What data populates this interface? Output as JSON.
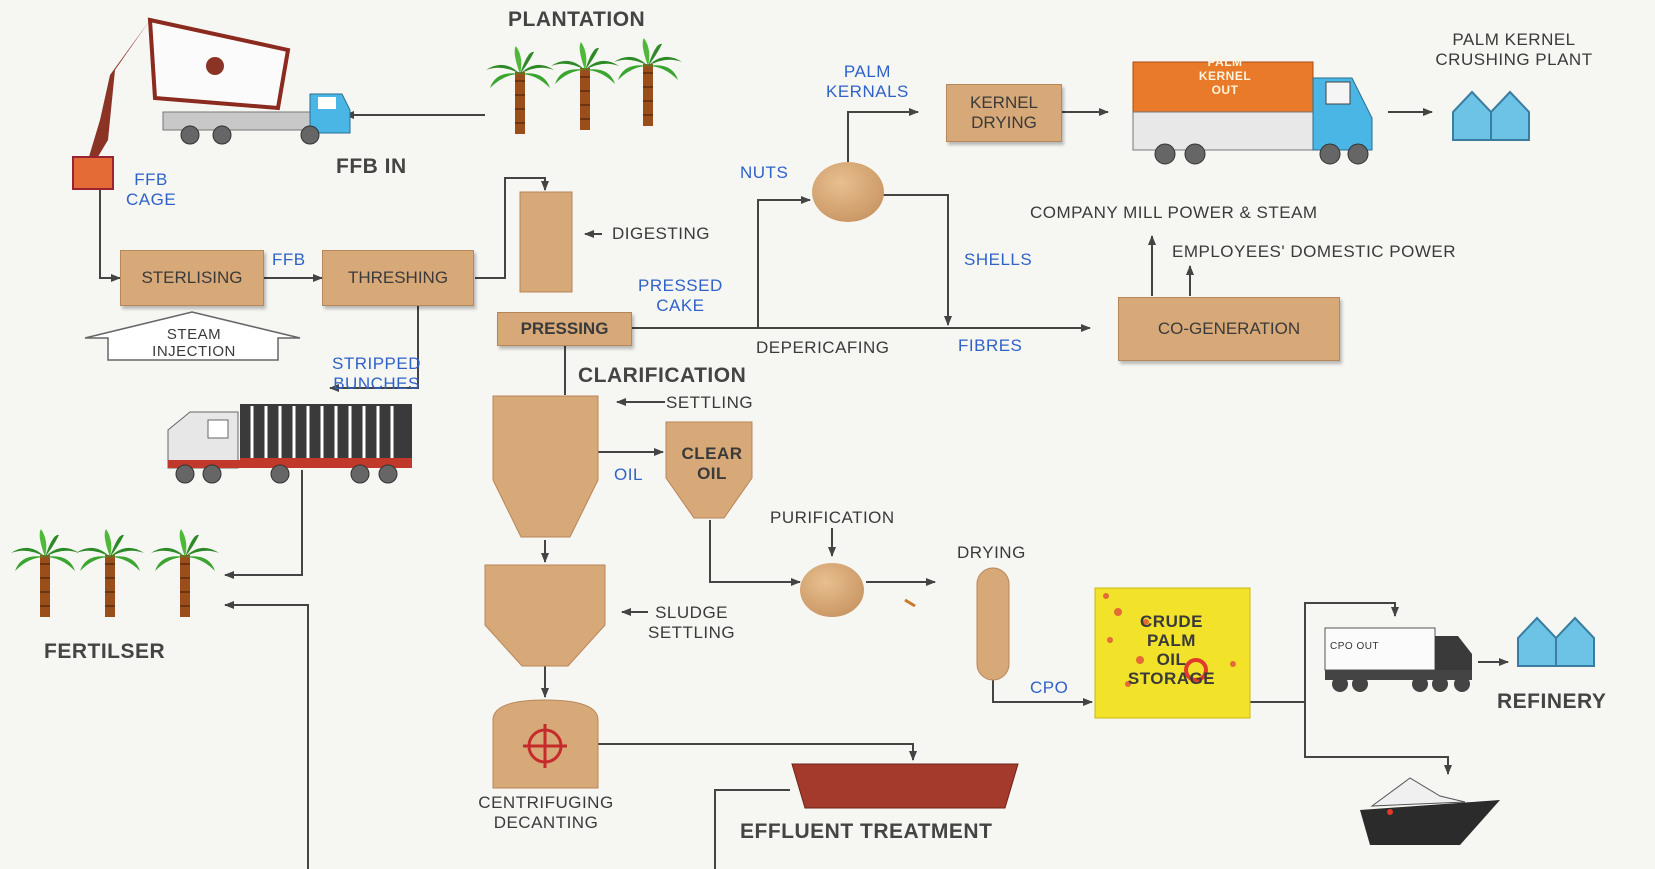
{
  "titles": {
    "plantation": "PLANTATION",
    "ffb_in": "FFB IN",
    "fertilser": "FERTILSER",
    "clarification": "CLARIFICATION",
    "effluent": "EFFLUENT TREATMENT",
    "refinery": "REFINERY",
    "pk_plant": "PALM KERNEL\nCRUSHING PLANT"
  },
  "process": {
    "sterlising": "STERLISING",
    "threshing": "THRESHING",
    "pressing": "PRESSING",
    "kernel_drying": "KERNEL\nDRYING",
    "cogeneration": "CO-GENERATION",
    "clear_oil": "CLEAR\nOIL",
    "crude_storage": "CRUDE\nPALM\nOIL\nSTORAGE",
    "steam_injection": "STEAM\nINJECTION",
    "truck_pk_text": "PALM\nKERNEL\nOUT",
    "truck_cpo_text": "CPO OUT"
  },
  "steps": {
    "digesting": "DIGESTING",
    "settling": "SETTLING",
    "sludge": "SLUDGE\nSETTLING",
    "purification": "PURIFICATION",
    "drying": "DRYING",
    "centrifuging": "CENTRIFUGING\nDECANTING",
    "depericarping": "DEPERICAFING",
    "company_power": "COMPANY MILL POWER & STEAM",
    "employees_power": "EMPLOYEES' DOMESTIC POWER"
  },
  "flows": {
    "ffb_cage": "FFB\nCAGE",
    "ffb": "FFB",
    "stripped": "STRIPPED\nBUNCHES",
    "pressed_cake": "PRESSED\nCAKE",
    "nuts": "NUTS",
    "palm_kernals": "PALM\nKERNALS",
    "shells": "SHELLS",
    "fibres": "FIBRES",
    "oil": "OIL",
    "cpo": "CPO"
  },
  "colors": {
    "process_fill": "#d7a878",
    "flow_label": "#2f62c8",
    "storage_fill": "#f2e22a",
    "plant_blue": "#6cc3e6",
    "effluent_red": "#a43a2c"
  }
}
